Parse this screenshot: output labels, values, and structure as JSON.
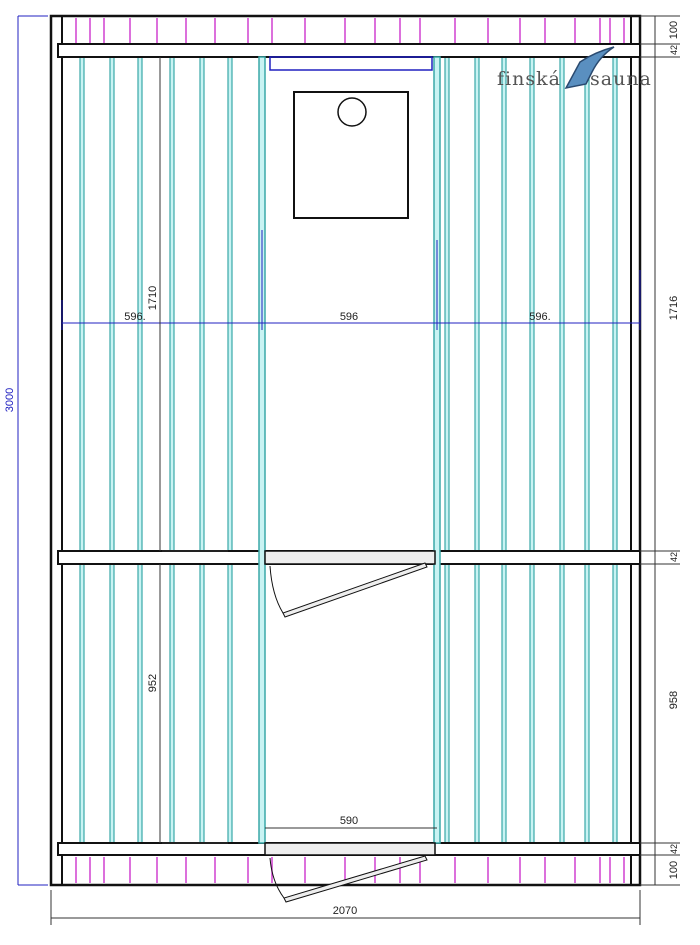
{
  "drawing": {
    "logo": {
      "word1": "finská",
      "word2": "sauna"
    },
    "dimensions": {
      "overall_height": "3000",
      "overall_width": "2070",
      "room_width_left": "596.",
      "room_width_middle": "596",
      "room_width_right": "596.",
      "left_upper_height": "1710",
      "left_lower_height": "952",
      "door_width": "590",
      "right_top_wall": "100",
      "right_top_beam": "42",
      "right_upper": "1716",
      "right_mid_beam": "42",
      "right_lower": "958",
      "right_bottom_beam": "42",
      "right_bottom_wall": "100"
    },
    "colors": {
      "wall": "#111111",
      "joist": "#3aa8a8",
      "joist_fill": "#c9f3f3",
      "rafter": "#d040d0",
      "dimension": "#2020c0"
    }
  }
}
